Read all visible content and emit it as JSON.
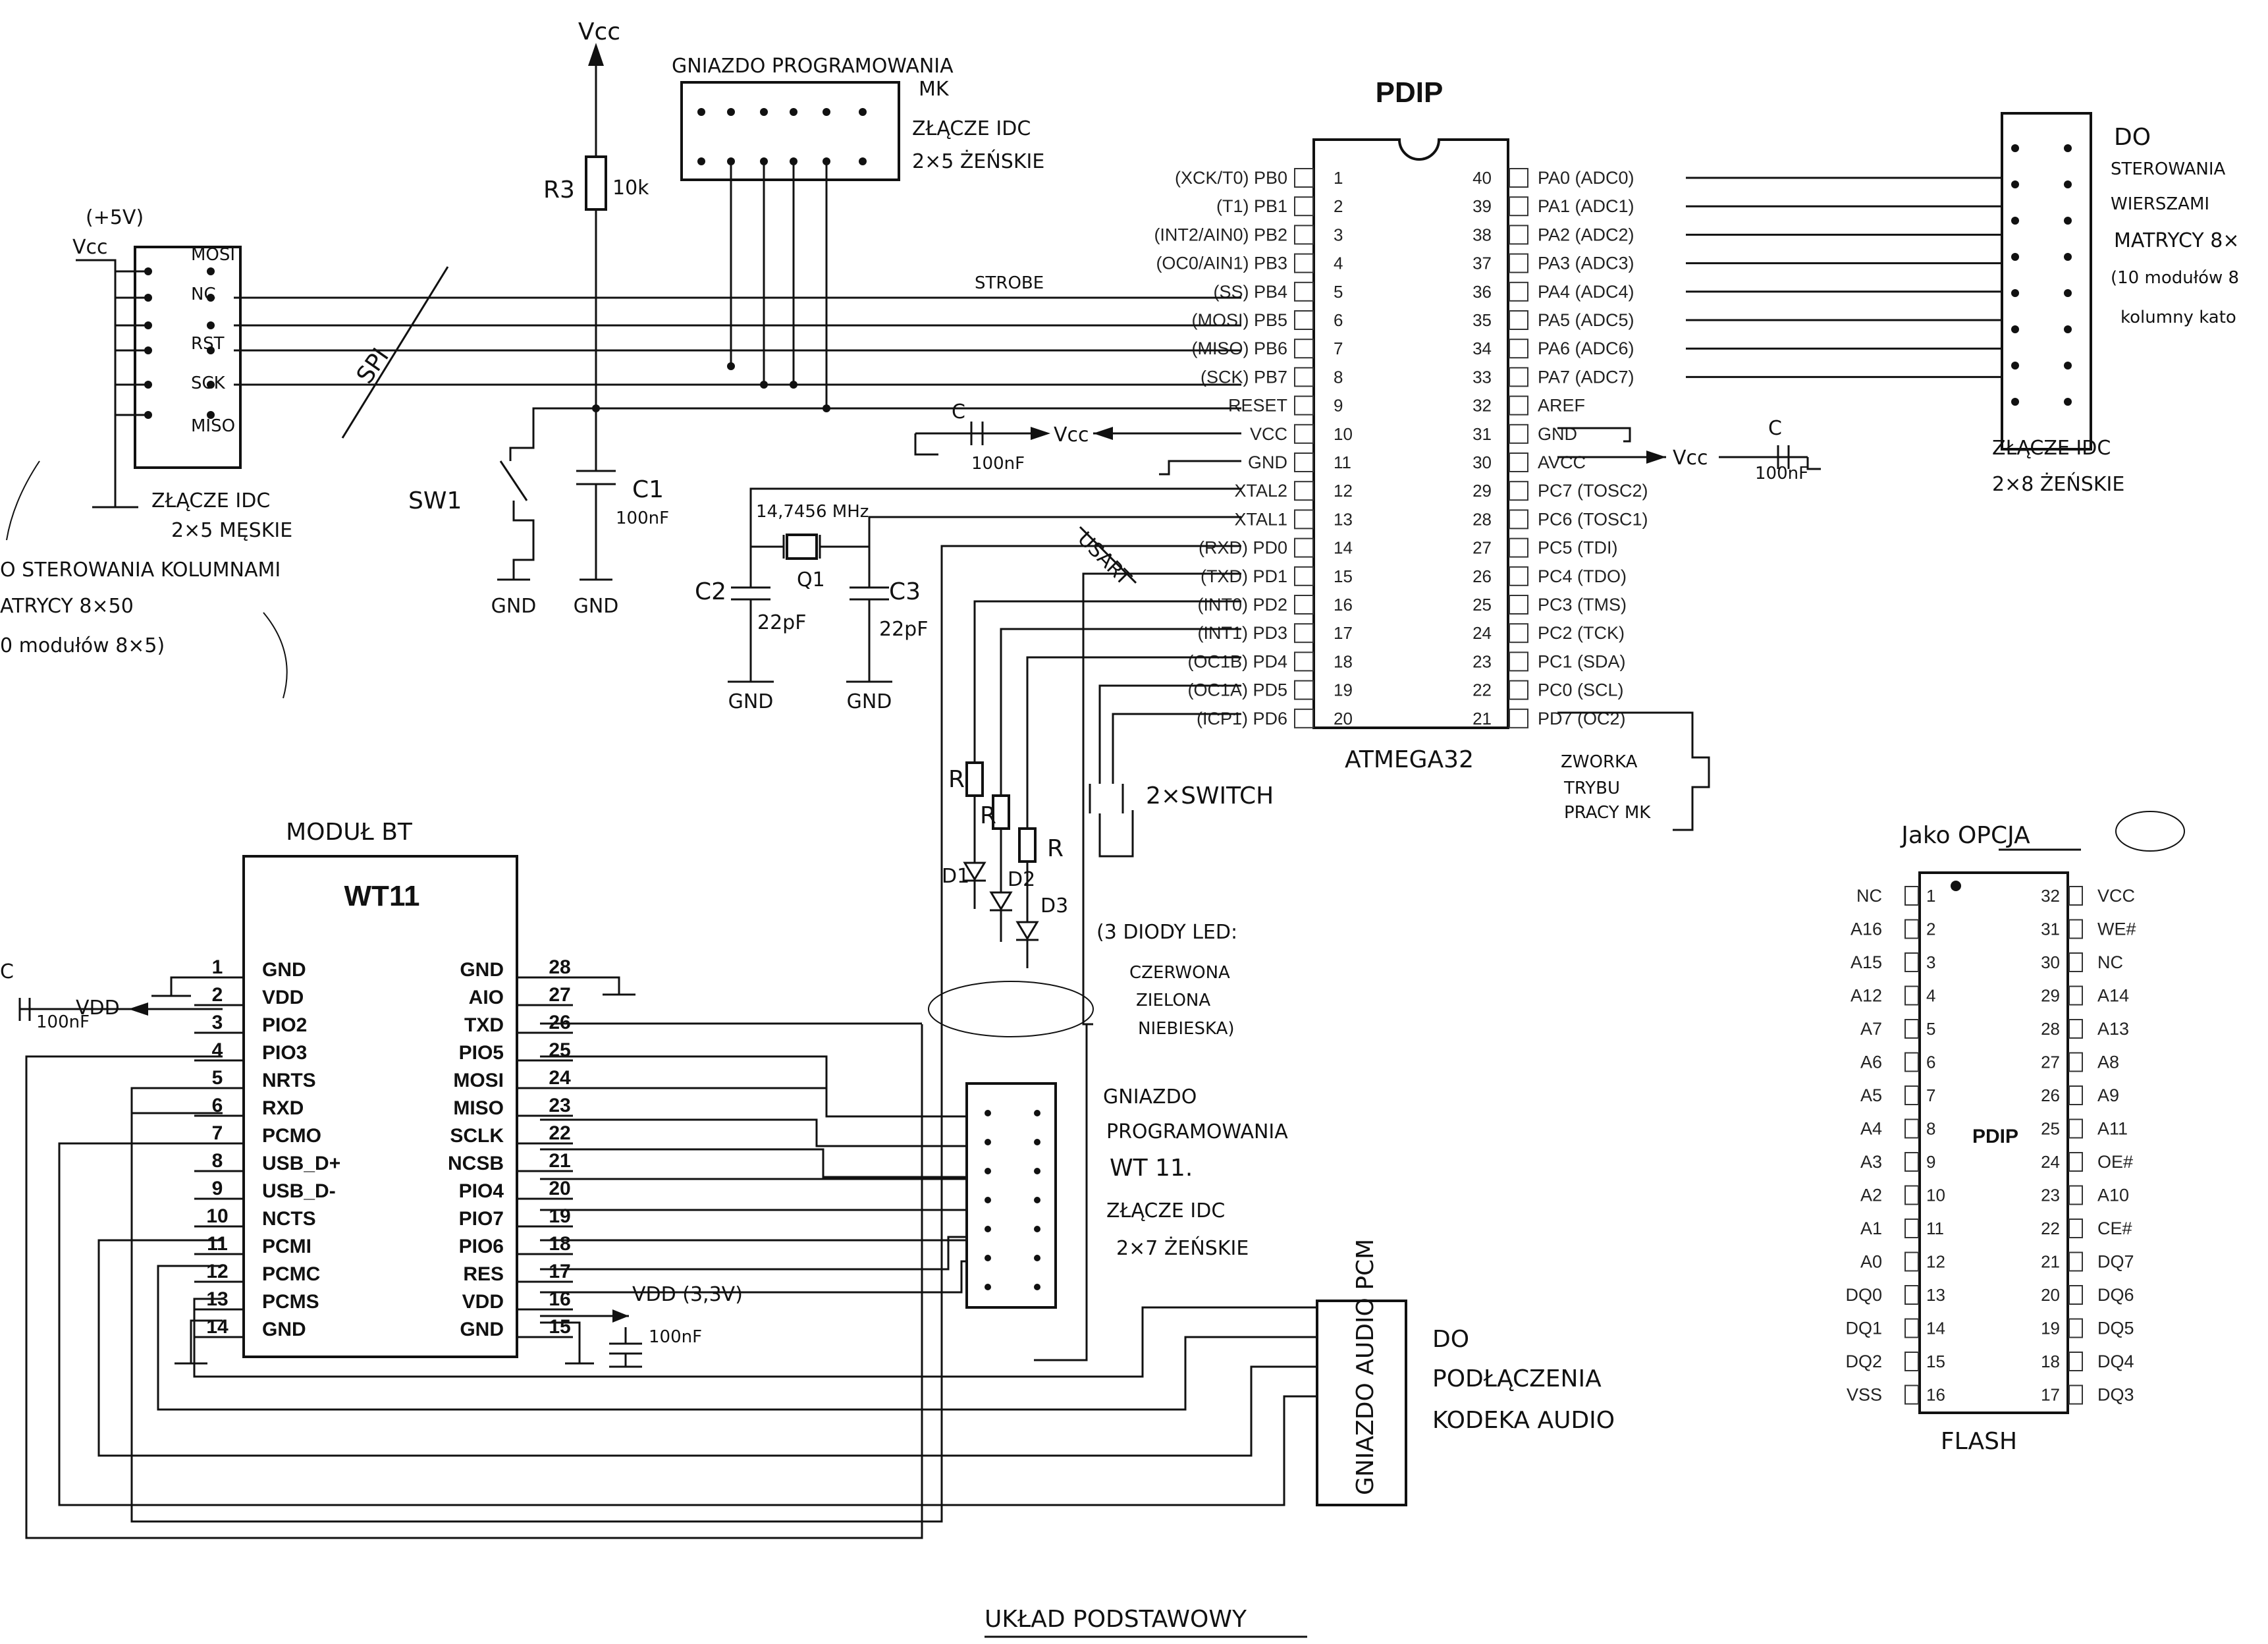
{
  "mcu": {
    "package": "PDIP",
    "name": "ATMEGA32",
    "left_pins": [
      {
        "n": "1",
        "label": "(XCK/T0) PB0"
      },
      {
        "n": "2",
        "label": "(T1) PB1"
      },
      {
        "n": "3",
        "label": "(INT2/AIN0) PB2"
      },
      {
        "n": "4",
        "label": "(OC0/AIN1) PB3"
      },
      {
        "n": "5",
        "label": "(SS) PB4"
      },
      {
        "n": "6",
        "label": "(MOSI) PB5"
      },
      {
        "n": "7",
        "label": "(MISO) PB6"
      },
      {
        "n": "8",
        "label": "(SCK) PB7"
      },
      {
        "n": "9",
        "label": "RESET"
      },
      {
        "n": "10",
        "label": "VCC"
      },
      {
        "n": "11",
        "label": "GND"
      },
      {
        "n": "12",
        "label": "XTAL2"
      },
      {
        "n": "13",
        "label": "XTAL1"
      },
      {
        "n": "14",
        "label": "(RXD) PD0"
      },
      {
        "n": "15",
        "label": "(TXD) PD1"
      },
      {
        "n": "16",
        "label": "(INT0) PD2"
      },
      {
        "n": "17",
        "label": "(INT1) PD3"
      },
      {
        "n": "18",
        "label": "(OC1B) PD4"
      },
      {
        "n": "19",
        "label": "(OC1A) PD5"
      },
      {
        "n": "20",
        "label": "(ICP1) PD6"
      }
    ],
    "right_pins": [
      {
        "n": "40",
        "label": "PA0 (ADC0)"
      },
      {
        "n": "39",
        "label": "PA1 (ADC1)"
      },
      {
        "n": "38",
        "label": "PA2 (ADC2)"
      },
      {
        "n": "37",
        "label": "PA3 (ADC3)"
      },
      {
        "n": "36",
        "label": "PA4 (ADC4)"
      },
      {
        "n": "35",
        "label": "PA5 (ADC5)"
      },
      {
        "n": "34",
        "label": "PA6 (ADC6)"
      },
      {
        "n": "33",
        "label": "PA7 (ADC7)"
      },
      {
        "n": "32",
        "label": "AREF"
      },
      {
        "n": "31",
        "label": "GND"
      },
      {
        "n": "30",
        "label": "AVCC"
      },
      {
        "n": "29",
        "label": "PC7 (TOSC2)"
      },
      {
        "n": "28",
        "label": "PC6 (TOSC1)"
      },
      {
        "n": "27",
        "label": "PC5 (TDI)"
      },
      {
        "n": "26",
        "label": "PC4 (TDO)"
      },
      {
        "n": "25",
        "label": "PC3 (TMS)"
      },
      {
        "n": "24",
        "label": "PC2 (TCK)"
      },
      {
        "n": "23",
        "label": "PC1 (SDA)"
      },
      {
        "n": "22",
        "label": "PC0 (SCL)"
      },
      {
        "n": "21",
        "label": "PD7 (OC2)"
      }
    ]
  },
  "bt": {
    "title": "MODUŁ BT",
    "name": "WT11",
    "left_pins": [
      {
        "n": "1",
        "label": "GND"
      },
      {
        "n": "2",
        "label": "VDD"
      },
      {
        "n": "3",
        "label": "PIO2"
      },
      {
        "n": "4",
        "label": "PIO3"
      },
      {
        "n": "5",
        "label": "NRTS"
      },
      {
        "n": "6",
        "label": "RXD"
      },
      {
        "n": "7",
        "label": "PCMO"
      },
      {
        "n": "8",
        "label": "USB_D+"
      },
      {
        "n": "9",
        "label": "USB_D-"
      },
      {
        "n": "10",
        "label": "NCTS"
      },
      {
        "n": "11",
        "label": "PCMI"
      },
      {
        "n": "12",
        "label": "PCMC"
      },
      {
        "n": "13",
        "label": "PCMS"
      },
      {
        "n": "14",
        "label": "GND"
      }
    ],
    "right_pins": [
      {
        "n": "28",
        "label": "GND"
      },
      {
        "n": "27",
        "label": "AIO"
      },
      {
        "n": "26",
        "label": "TXD"
      },
      {
        "n": "25",
        "label": "PIO5"
      },
      {
        "n": "24",
        "label": "MOSI"
      },
      {
        "n": "23",
        "label": "MISO"
      },
      {
        "n": "22",
        "label": "SCLK"
      },
      {
        "n": "21",
        "label": "NCSB"
      },
      {
        "n": "20",
        "label": "PIO4"
      },
      {
        "n": "19",
        "label": "PIO7"
      },
      {
        "n": "18",
        "label": "PIO6"
      },
      {
        "n": "17",
        "label": "RES"
      },
      {
        "n": "16",
        "label": "VDD"
      },
      {
        "n": "15",
        "label": "GND"
      }
    ]
  },
  "flash": {
    "option": "Jako OPCJA",
    "package": "PDIP",
    "name": "FLASH",
    "left_pins": [
      {
        "n": "1",
        "label": "NC"
      },
      {
        "n": "2",
        "label": "A16"
      },
      {
        "n": "3",
        "label": "A15"
      },
      {
        "n": "4",
        "label": "A12"
      },
      {
        "n": "5",
        "label": "A7"
      },
      {
        "n": "6",
        "label": "A6"
      },
      {
        "n": "7",
        "label": "A5"
      },
      {
        "n": "8",
        "label": "A4"
      },
      {
        "n": "9",
        "label": "A3"
      },
      {
        "n": "10",
        "label": "A2"
      },
      {
        "n": "11",
        "label": "A1"
      },
      {
        "n": "12",
        "label": "A0"
      },
      {
        "n": "13",
        "label": "DQ0"
      },
      {
        "n": "14",
        "label": "DQ1"
      },
      {
        "n": "15",
        "label": "DQ2"
      },
      {
        "n": "16",
        "label": "VSS"
      }
    ],
    "right_pins": [
      {
        "n": "32",
        "label": "VCC"
      },
      {
        "n": "31",
        "label": "WE#"
      },
      {
        "n": "30",
        "label": "NC"
      },
      {
        "n": "29",
        "label": "A14"
      },
      {
        "n": "28",
        "label": "A13"
      },
      {
        "n": "27",
        "label": "A8"
      },
      {
        "n": "26",
        "label": "A9"
      },
      {
        "n": "25",
        "label": "A11"
      },
      {
        "n": "24",
        "label": "OE#"
      },
      {
        "n": "23",
        "label": "A10"
      },
      {
        "n": "22",
        "label": "CE#"
      },
      {
        "n": "21",
        "label": "DQ7"
      },
      {
        "n": "20",
        "label": "DQ6"
      },
      {
        "n": "19",
        "label": "DQ5"
      },
      {
        "n": "18",
        "label": "DQ4"
      },
      {
        "n": "17",
        "label": "DQ3"
      }
    ]
  },
  "labels": {
    "vcc_top": "Vcc",
    "r3": "R3",
    "r3_value": "10k",
    "c1": "C1",
    "c1_value": "100nF",
    "sw1": "SW1",
    "gnd": "GND",
    "prog_socket_title": "GNIAZDO PROGRAMOWANIA",
    "prog_socket_mk": "MK",
    "prog_socket_type1": "ZŁĄCZE IDC",
    "prog_socket_type2": "2×5 ŻEŃSKIE",
    "strobe": "STROBE",
    "spi": "SPI",
    "plus5v": "(+5V)",
    "vcc_left": "Vcc",
    "idc_left_pins": [
      "MOSI",
      "NC",
      "RST",
      "SCK",
      "MISO"
    ],
    "idc_left_type1": "ZŁĄCZE IDC",
    "idc_left_type2": "2×5 MĘSKIE",
    "left_note1": "O STEROWANIA KOLUMNAMI",
    "left_note2": "ATRYCY 8×50",
    "left_note3": "0 modułów 8×5)",
    "crystal": "14,7456 MHz",
    "q1": "Q1",
    "c2": "C2",
    "c2_value": "22pF",
    "c3": "C3",
    "c3_value": "22pF",
    "c_vcc": "C",
    "c_vcc_value": "100nF",
    "vcc_mid": "Vcc",
    "c_avcc": "C",
    "c_avcc_value": "100nF",
    "vcc_avcc": "Vcc",
    "usart": "USART",
    "r": "R",
    "d1": "D1",
    "d2": "D2",
    "d3": "D3",
    "switch": "2×SWITCH",
    "diodes1": "(3 DIODY LED:",
    "diodes2": "CZERWONA",
    "diodes3": "ZIELONA",
    "diodes4": "NIEBIESKA)",
    "jumper1": "ZWORKA",
    "jumper2": "TRYBU",
    "jumper3": "PRACY MK",
    "do_rows1": "DO",
    "do_rows2": "STEROWANIA",
    "do_rows3": "WIERSZAMI",
    "do_rows4": "MATRYCY 8×",
    "do_rows5": "(10 modułów 8",
    "do_rows6": "kolumny kato",
    "idc_right_type1": "ZŁĄCZE IDC",
    "idc_right_type2": "2×8 ŻEŃSKIE",
    "c_bt": "C",
    "c_bt_value": "100nF",
    "vdd_bt": "VDD",
    "vdd_33": "VDD (3,3V)",
    "c_bt2_value": "100nF",
    "wt_prog1": "GNIAZDO",
    "wt_prog2": "PROGRAMOWANIA",
    "wt_prog3": "WT 11.",
    "wt_prog4": "ZŁĄCZE IDC",
    "wt_prog5": "2×7 ŻEŃSKIE",
    "pcm_socket": "GNIAZDO AUDIO PCM",
    "codec1": "DO",
    "codec2": "PODŁĄCZENIA",
    "codec3": "KODEKA AUDIO",
    "footer": "UKŁAD PODSTAWOWY"
  }
}
